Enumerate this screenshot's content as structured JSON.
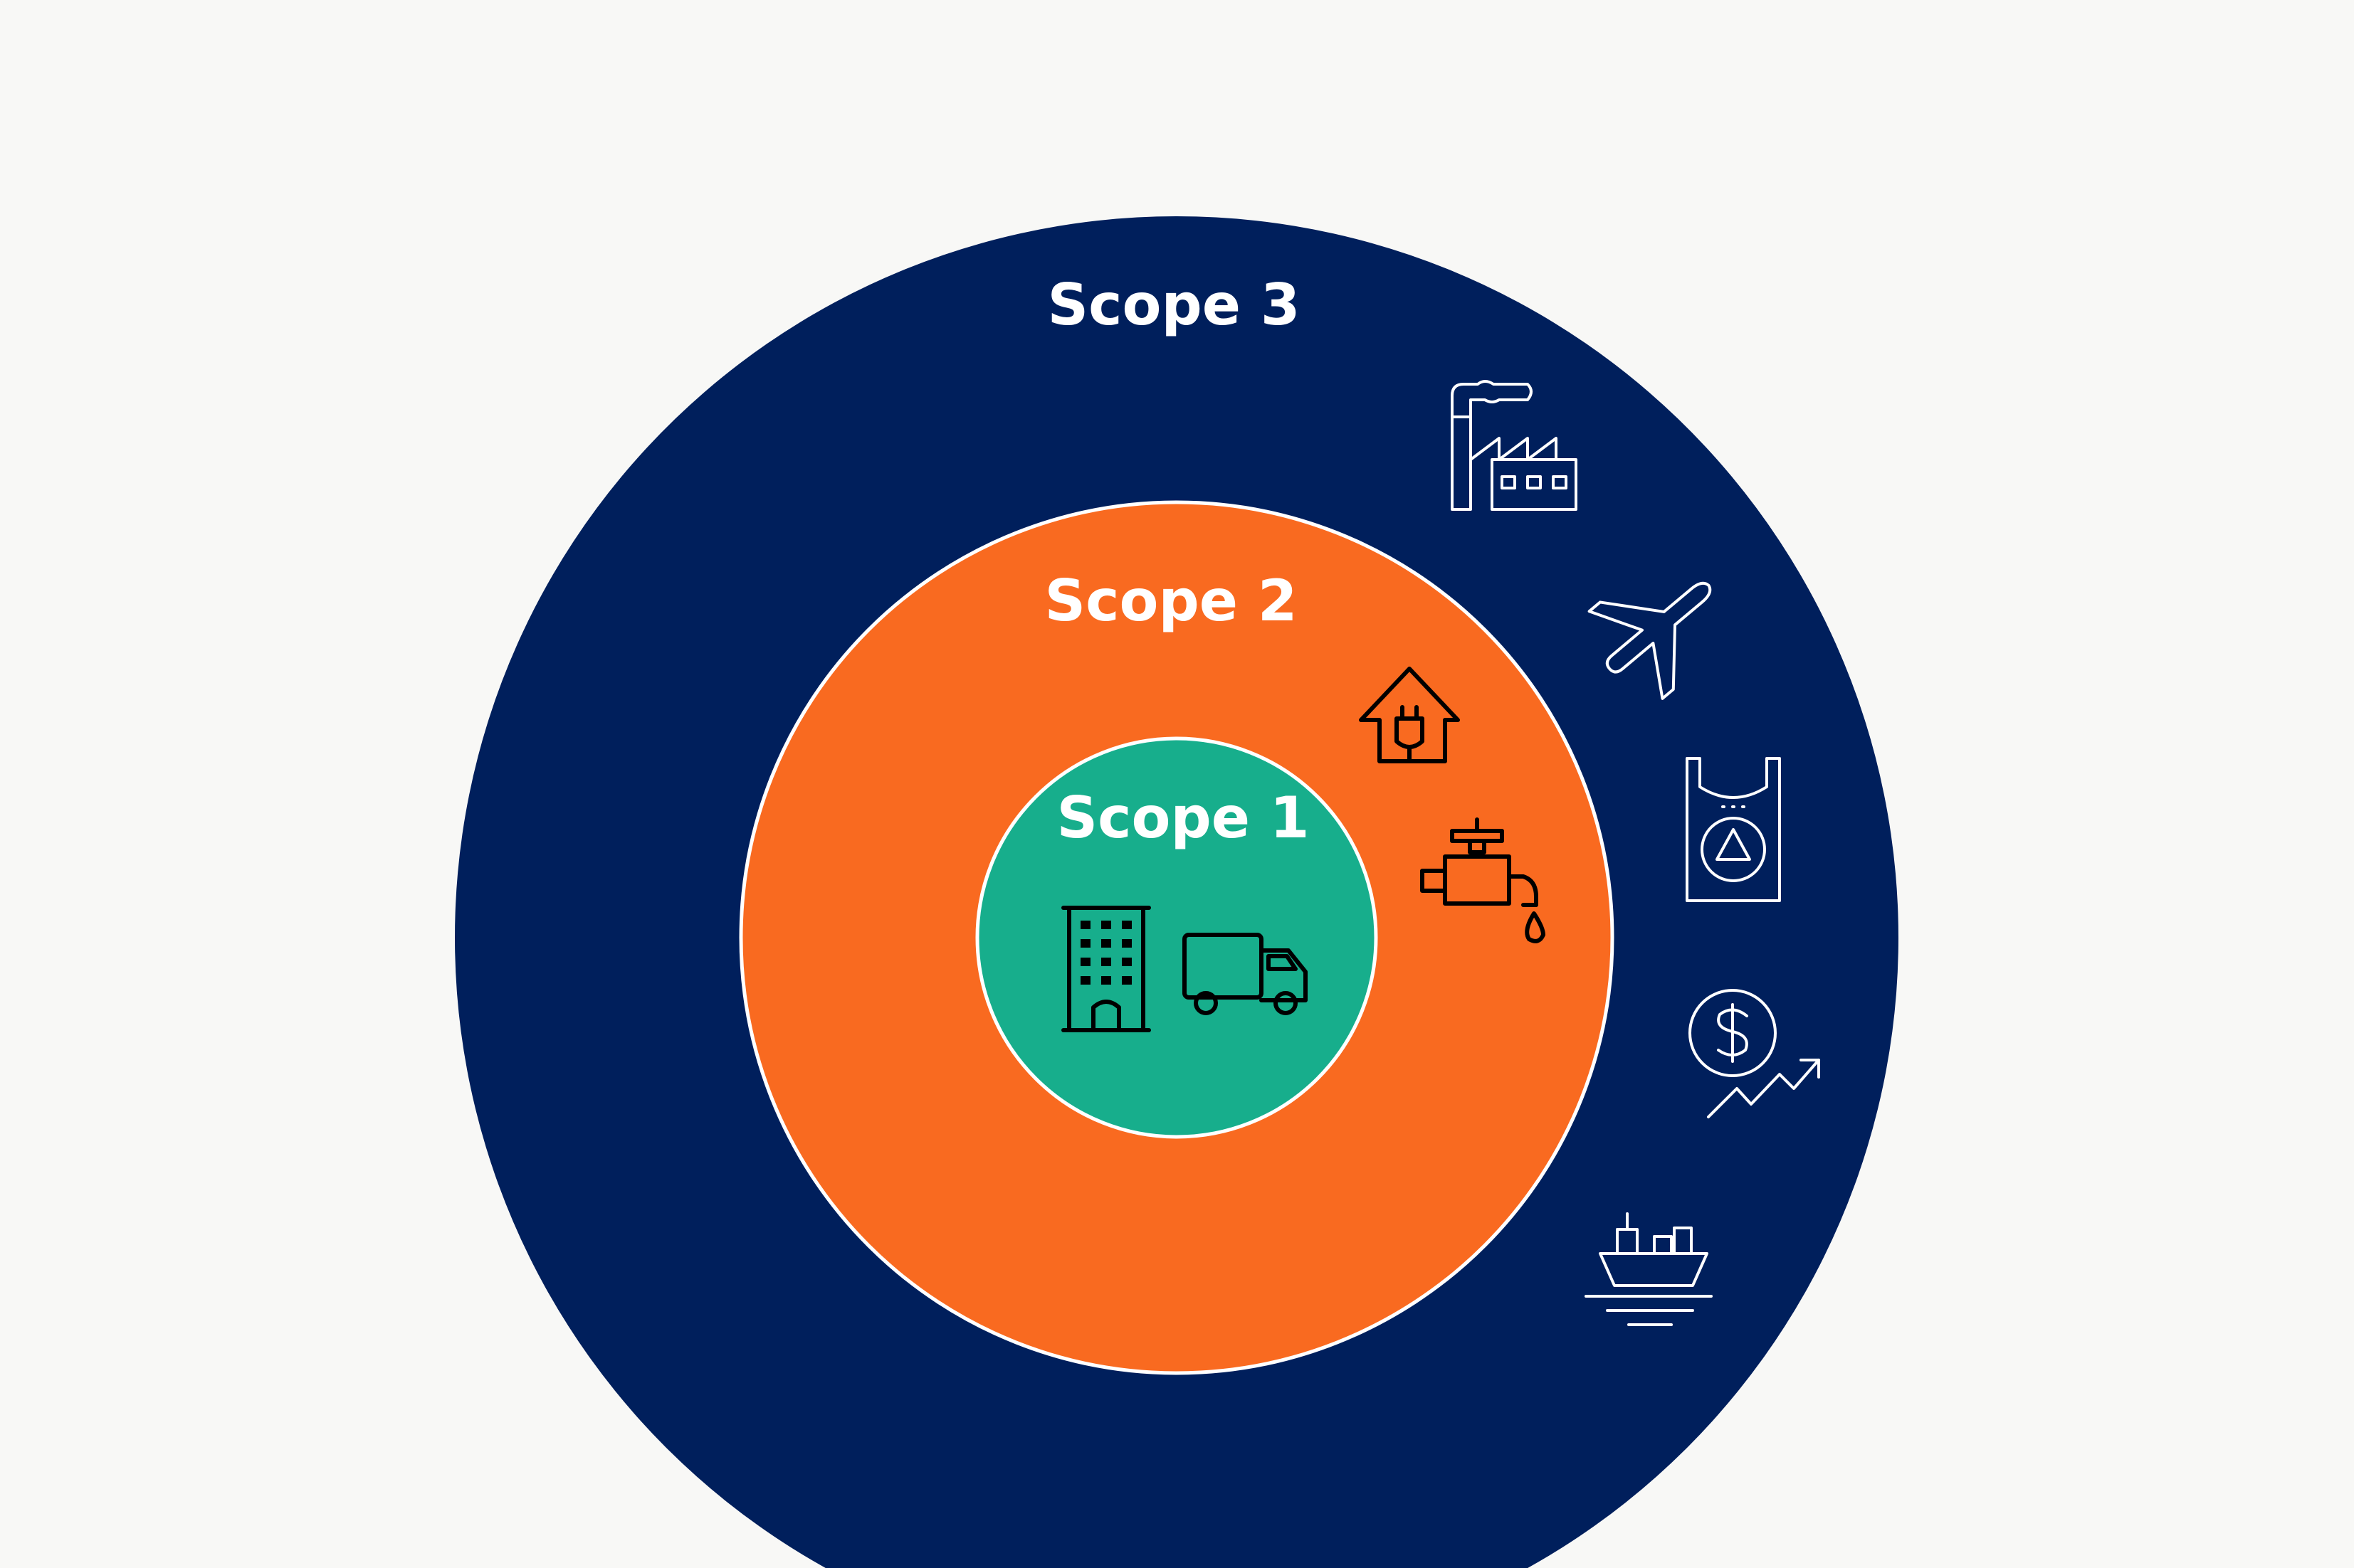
{
  "diagram": {
    "title": "Emission scopes",
    "colors": {
      "background": "#f8f8f6",
      "scope3": "#001f5c",
      "scope2": "#f96a20",
      "scope1": "#17ae8c",
      "ring_stroke": "#ffffff"
    },
    "scopes": [
      {
        "label": "Scope 1",
        "icons": [
          "office-building-icon",
          "delivery-truck-icon"
        ]
      },
      {
        "label": "Scope 2",
        "icons": [
          "house-plug-icon",
          "fuel-pump-icon"
        ]
      },
      {
        "label": "Scope 3",
        "icons": [
          "factory-icon",
          "airplane-icon",
          "recycle-bag-icon",
          "dollar-growth-icon",
          "cargo-ship-icon"
        ]
      }
    ]
  }
}
